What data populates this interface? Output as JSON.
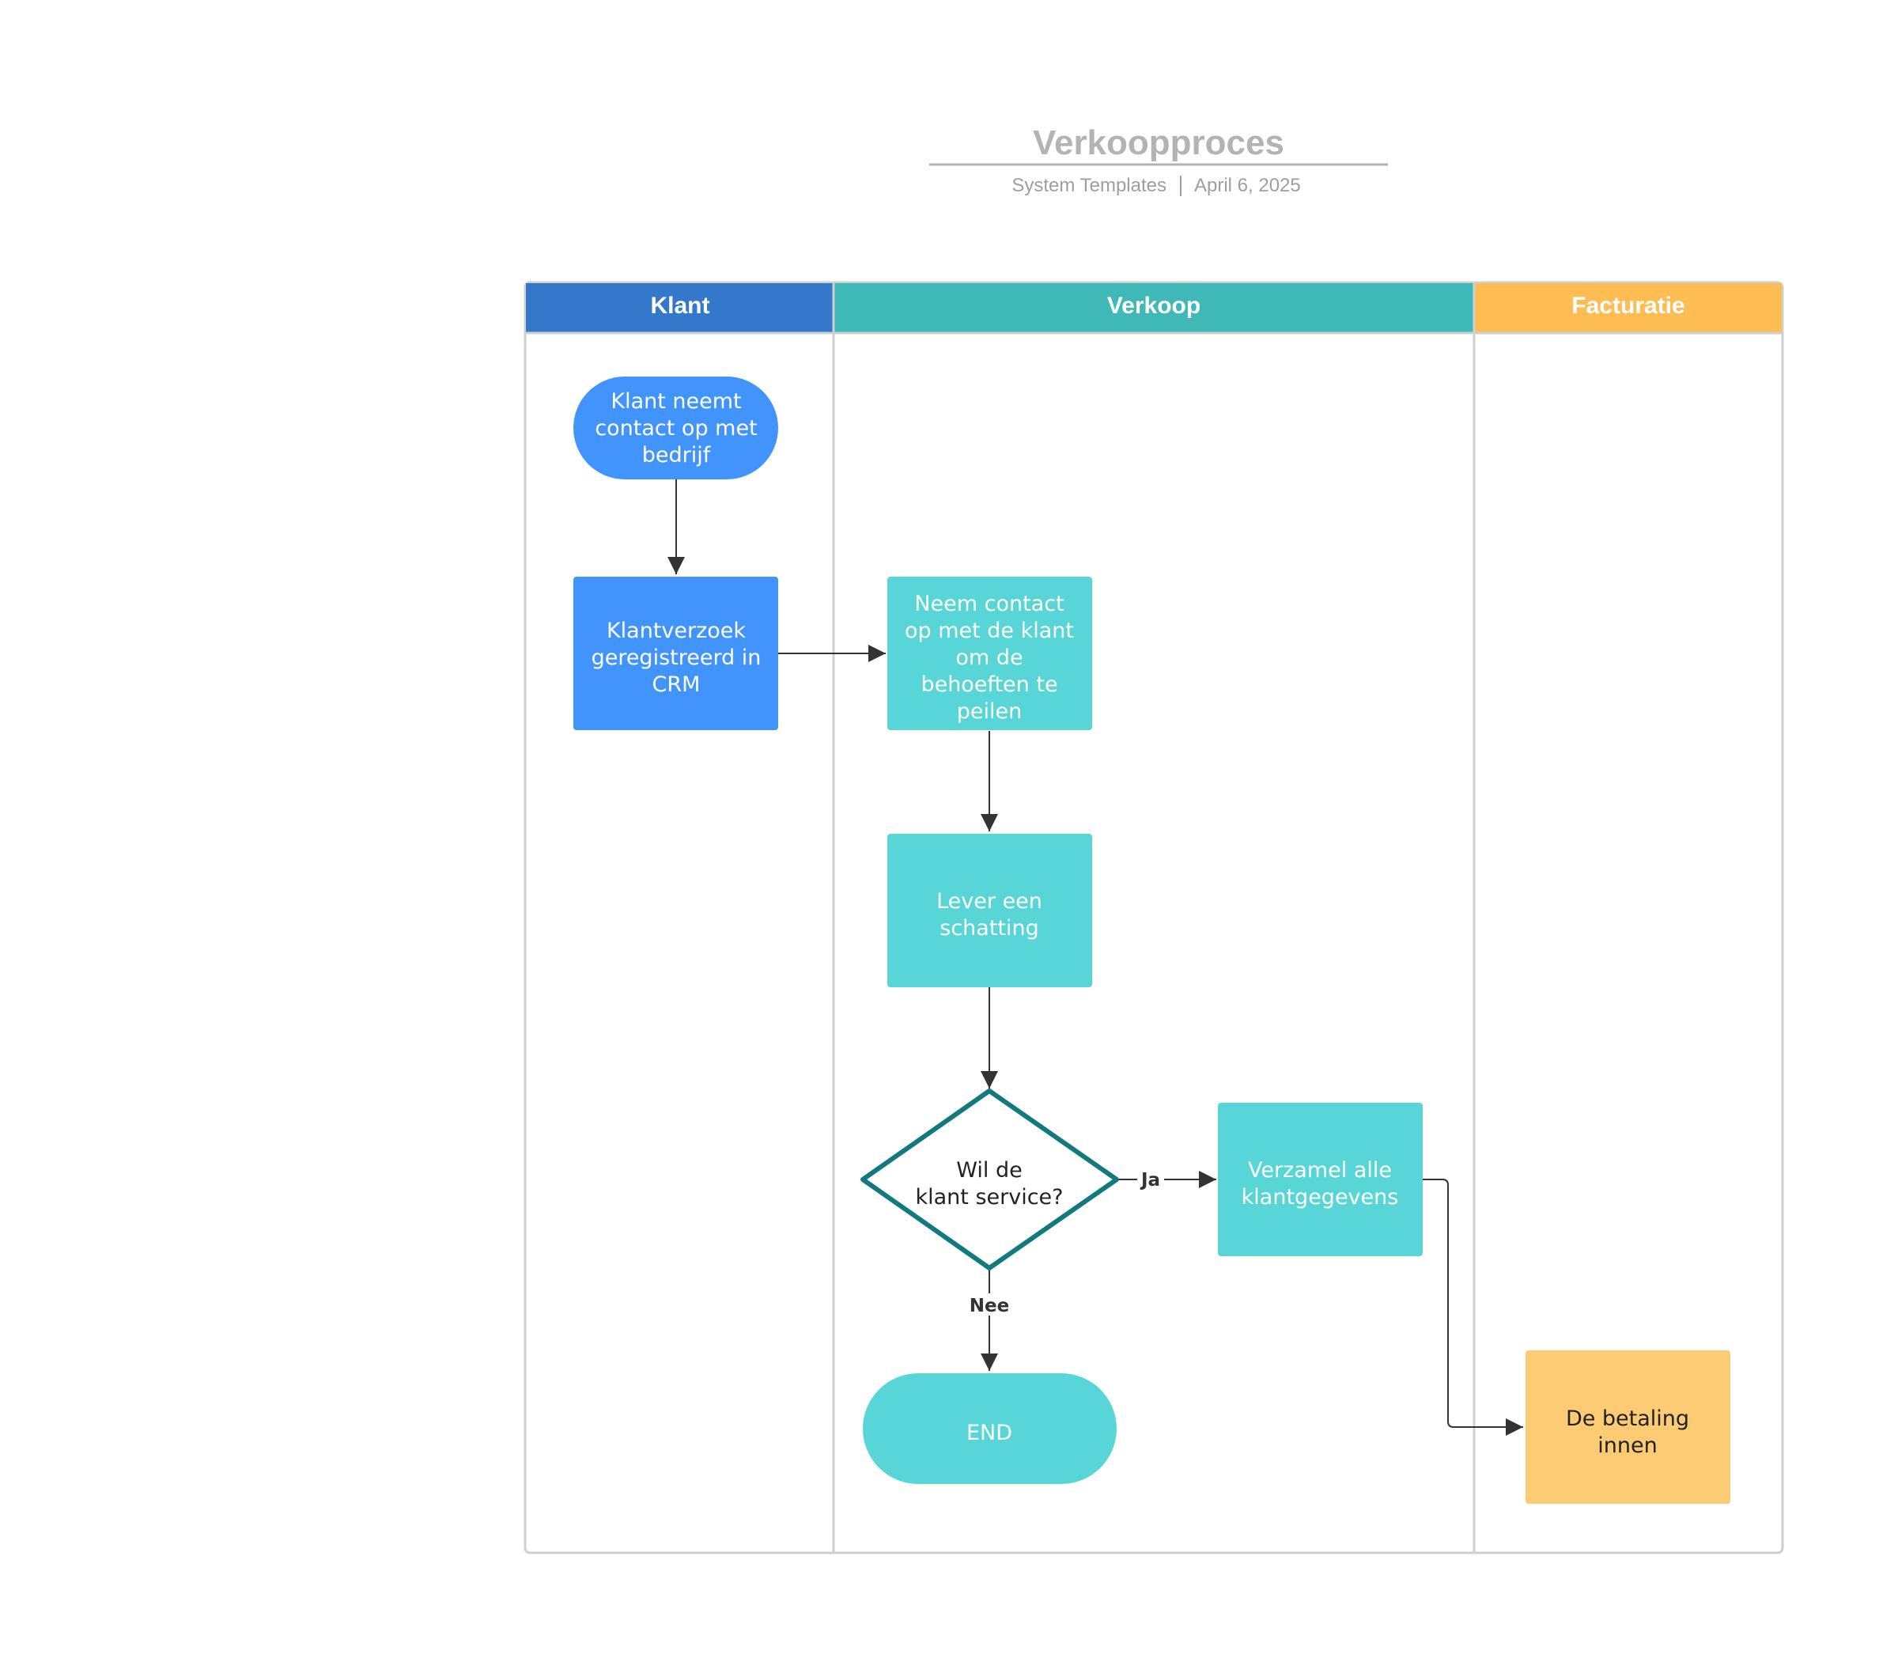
{
  "header": {
    "title": "Verkoopproces",
    "author": "System Templates",
    "date": "April 6, 2025"
  },
  "lanes": [
    {
      "id": "klant",
      "title": "Klant",
      "color": "#3478cc"
    },
    {
      "id": "verkoop",
      "title": "Verkoop",
      "color": "#3fb8b8"
    },
    {
      "id": "facturatie",
      "title": "Facturatie",
      "color": "#fdbd52"
    }
  ],
  "colors": {
    "klant_node": "#4294fd",
    "verkoop_node": "#58d5d7",
    "facturatie_node": "#fdcb73",
    "decision_stroke": "#127a7e",
    "connector": "#333333",
    "lane_border": "#cfcfcf"
  },
  "nodes": [
    {
      "id": "start",
      "shape": "terminator",
      "lines": [
        "Klant neemt",
        "contact op met",
        "bedrijf"
      ]
    },
    {
      "id": "crm",
      "shape": "process",
      "lines": [
        "Klantverzoek",
        "geregistreerd in",
        "CRM"
      ]
    },
    {
      "id": "contact",
      "shape": "process",
      "lines": [
        "Neem contact",
        "op met de klant",
        "om de",
        "behoeften te",
        "peilen"
      ]
    },
    {
      "id": "estimate",
      "shape": "process",
      "lines": [
        "Lever een",
        "schatting"
      ]
    },
    {
      "id": "decision",
      "shape": "decision",
      "lines": [
        "Wil de",
        "klant service?"
      ]
    },
    {
      "id": "gather",
      "shape": "process",
      "lines": [
        "Verzamel alle",
        "klantgegevens"
      ]
    },
    {
      "id": "end",
      "shape": "terminator",
      "lines": [
        "END"
      ]
    },
    {
      "id": "payment",
      "shape": "process",
      "lines": [
        "De betaling",
        "innen"
      ]
    }
  ],
  "edges": [
    {
      "from": "start",
      "to": "crm",
      "label": ""
    },
    {
      "from": "crm",
      "to": "contact",
      "label": ""
    },
    {
      "from": "contact",
      "to": "estimate",
      "label": ""
    },
    {
      "from": "estimate",
      "to": "decision",
      "label": ""
    },
    {
      "from": "decision",
      "to": "gather",
      "label": "Ja"
    },
    {
      "from": "decision",
      "to": "end",
      "label": "Nee"
    },
    {
      "from": "gather",
      "to": "payment",
      "label": ""
    }
  ]
}
